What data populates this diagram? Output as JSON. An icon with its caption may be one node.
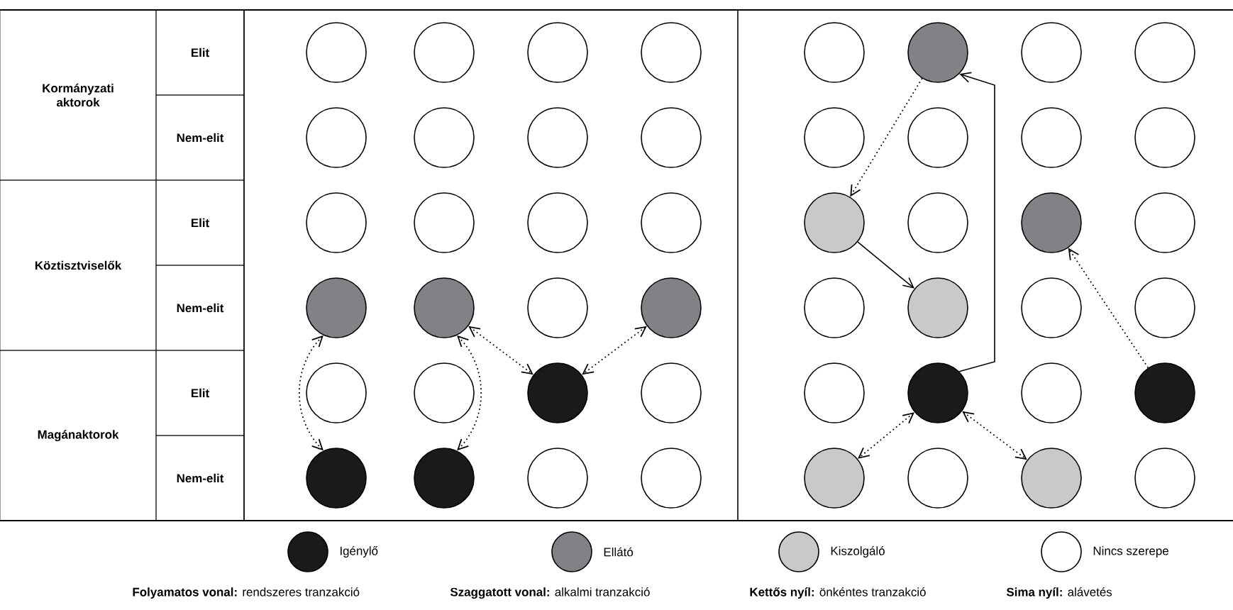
{
  "diagram": {
    "nodes": [
      {
        "text": [
          "Kormányzati aktorok"
        ]
      },
      {
        "text": [
          "Elit"
        ]
      },
      {
        "text": [
          "Nem-elit"
        ]
      },
      {
        "text": [
          "Köztisztviselők"
        ]
      },
      {
        "text": [
          "Elit"
        ]
      },
      {
        "text": [
          "Nem-elit"
        ]
      },
      {
        "text": [
          "Magánaktorok"
        ]
      },
      {
        "text": [
          "Elit"
        ]
      },
      {
        "text": [
          "Nem-elit"
        ]
      },
      {
        "text": [],
        "shape": "circle"
      },
      {
        "text": [],
        "shape": "circle"
      },
      {
        "text": [],
        "shape": "circle"
      },
      {
        "text": [],
        "shape": "circle"
      },
      {
        "text": [],
        "shape": "circle"
      },
      {
        "text": [],
        "shape": "circle"
      },
      {
        "text": [],
        "shape": "circle"
      },
      {
        "text": [],
        "shape": "circle"
      },
      {
        "text": [],
        "shape": "circle"
      },
      {
        "text": [],
        "shape": "circle"
      },
      {
        "text": [],
        "shape": "circle"
      },
      {
        "text": [],
        "shape": "circle"
      },
      {
        "text": [],
        "shape": "circle"
      },
      {
        "text": [],
        "shape": "circle"
      },
      {
        "text": [],
        "shape": "circle"
      },
      {
        "text": [],
        "shape": "circle"
      },
      {
        "text": [],
        "shape": "circle"
      },
      {
        "text": [],
        "shape": "circle"
      },
      {
        "text": [],
        "shape": "circle"
      },
      {
        "text": [],
        "shape": "circle"
      },
      {
        "text": [],
        "shape": "circle"
      },
      {
        "text": [],
        "shape": "circle"
      },
      {
        "text": [],
        "shape": "circle"
      },
      {
        "text": [],
        "shape": "circle"
      },
      {
        "text": [],
        "shape": "circle"
      },
      {
        "text": [],
        "shape": "circle"
      },
      {
        "text": [],
        "shape": "circle"
      },
      {
        "text": [],
        "shape": "circle"
      },
      {
        "text": [],
        "shape": "circle"
      },
      {
        "text": [],
        "shape": "circle"
      },
      {
        "text": [],
        "shape": "circle"
      },
      {
        "text": [],
        "shape": "circle"
      },
      {
        "text": [],
        "shape": "circle"
      },
      {
        "text": [],
        "shape": "circle"
      },
      {
        "text": [],
        "shape": "circle"
      },
      {
        "text": [],
        "shape": "circle"
      },
      {
        "text": [],
        "shape": "circle"
      },
      {
        "text": [],
        "shape": "circle"
      },
      {
        "text": [],
        "shape": "circle"
      },
      {
        "text": [],
        "shape": "circle"
      },
      {
        "text": [],
        "shape": "circle"
      },
      {
        "text": [],
        "shape": "circle"
      },
      {
        "text": [],
        "shape": "circle"
      },
      {
        "text": [],
        "shape": "circle"
      },
      {
        "text": [],
        "shape": "circle"
      },
      {
        "text": [],
        "shape": "circle"
      },
      {
        "text": [],
        "shape": "circle"
      },
      {
        "text": [],
        "shape": "circle"
      }
    ],
    "edges": [
      {
        "from": 21,
        "to": 29,
        "arrow": "both",
        "style": "dashed"
      },
      {
        "from": 22,
        "to": 30,
        "arrow": "both",
        "style": "dashed"
      },
      {
        "from": 22,
        "to": 27,
        "arrow": "both",
        "style": "dashed"
      },
      {
        "from": 24,
        "to": 27,
        "arrow": "both",
        "style": "dashed"
      },
      {
        "from": 50,
        "to": 34,
        "arrow": "to"
      },
      {
        "from": 34,
        "to": 41,
        "arrow": "to",
        "style": "dashed"
      },
      {
        "from": 41,
        "to": 46,
        "arrow": "to"
      },
      {
        "from": 52,
        "to": 43,
        "arrow": "to",
        "style": "dashed"
      },
      {
        "from": 50,
        "to": 53,
        "arrow": "both",
        "style": "dashed"
      },
      {
        "from": 50,
        "to": 55,
        "arrow": "both",
        "style": "dashed"
      }
    ],
    "labels": [
      "**Folyamatos vonal:** rendszeres tranzakció",
      "**Szaggatott vonal:** alkalmi tranzakció",
      "**Kettős nyíl:** önkéntes tranzakció",
      "**Sima nyíl:** alávetés"
    ],
    "legend": [
      {
        "text": "Igénylő",
        "color": "#1a1a1a"
      },
      {
        "text": "Ellátó",
        "color": "#808285"
      },
      {
        "text": "Kiszolgáló",
        "color": "#c8c9cb"
      },
      {
        "text": "Nincs szerepe"
      }
    ]
  }
}
